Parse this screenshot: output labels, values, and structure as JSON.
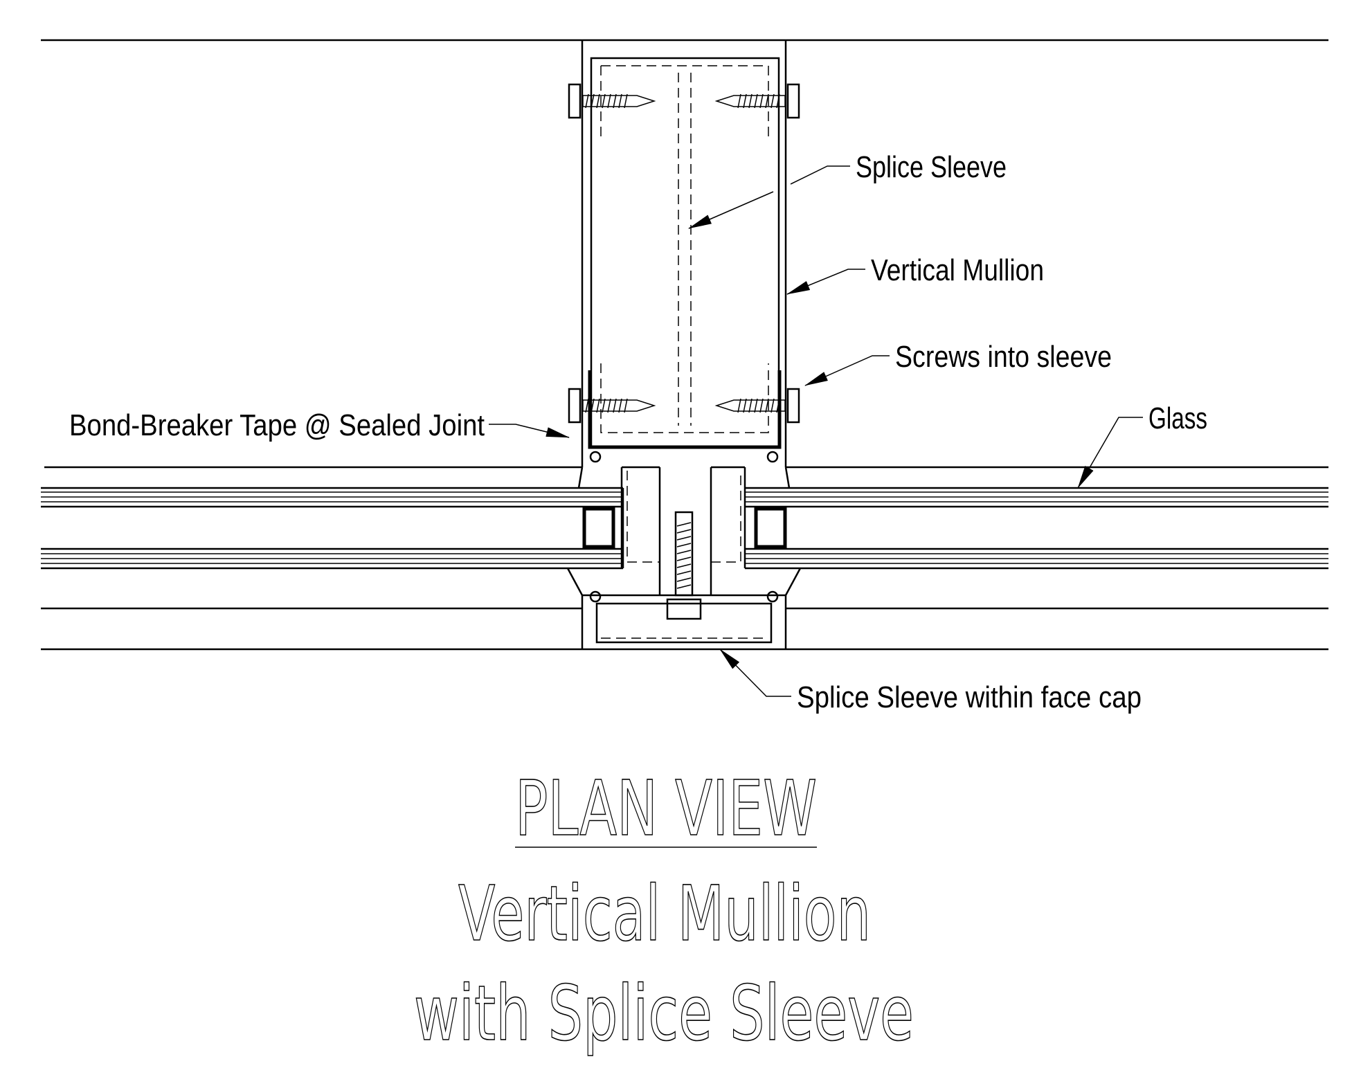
{
  "labels": {
    "splice_sleeve": "Splice Sleeve",
    "vertical_mullion": "Vertical Mullion",
    "screws": "Screws into sleeve",
    "bond_breaker": "Bond-Breaker Tape @ Sealed Joint",
    "glass": "Glass",
    "face_cap_sleeve": "Splice Sleeve within face cap"
  },
  "title": {
    "line1": "PLAN VIEW",
    "line2": "Vertical Mullion",
    "line3": "with Splice Sleeve"
  }
}
